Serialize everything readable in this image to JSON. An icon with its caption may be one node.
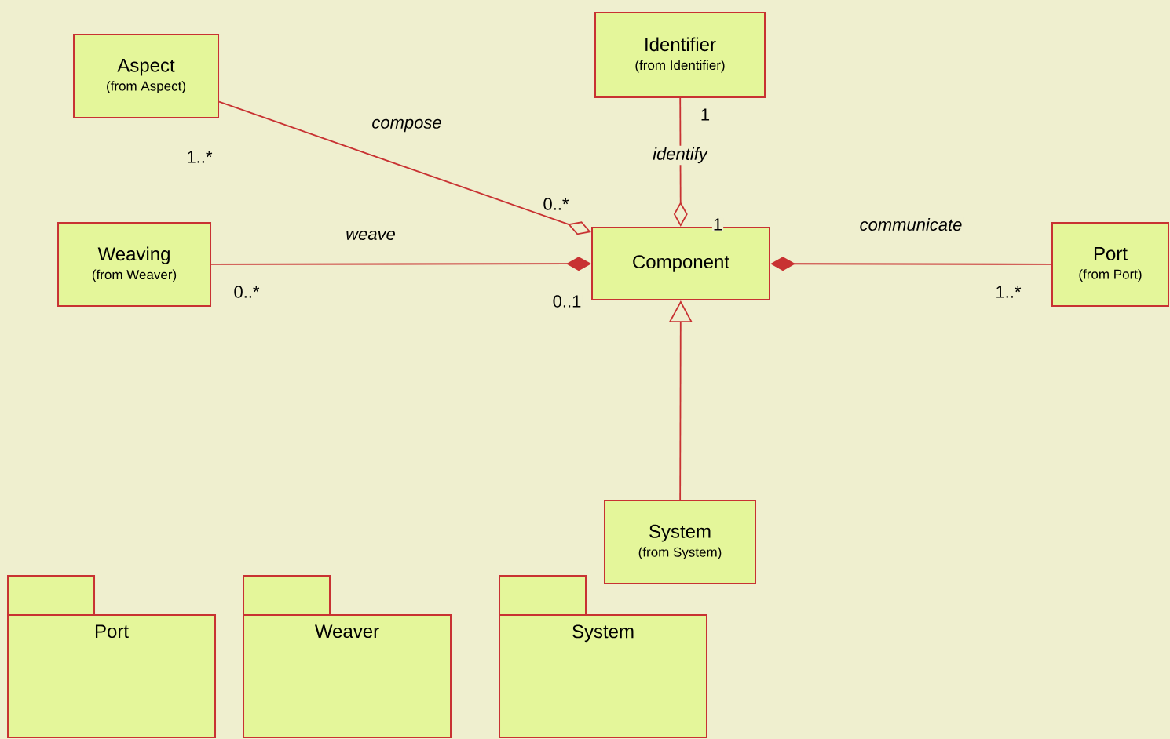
{
  "diagram": {
    "nodes": [
      {
        "text": [
          "Aspect",
          "(from Aspect)"
        ]
      },
      {
        "text": [
          "Identifier",
          "(from Identifier)"
        ]
      },
      {
        "text": [
          "Weaving",
          "(from Weaver)"
        ]
      },
      {
        "text": [
          "Component"
        ]
      },
      {
        "text": [
          "Port",
          "(from Port)"
        ]
      },
      {
        "text": [
          "System",
          "(from System)"
        ]
      },
      {
        "text": [
          "Port"
        ]
      },
      {
        "text": [
          "Weaver"
        ]
      },
      {
        "text": [
          "System"
        ]
      }
    ],
    "edges": [
      {
        "from": 0,
        "to": 3,
        "arrow": "other",
        "label": "compose"
      },
      {
        "from": 1,
        "to": 3,
        "arrow": "other",
        "label": "identify"
      },
      {
        "from": 2,
        "to": 3,
        "arrow": "other",
        "label": "weave"
      },
      {
        "from": 4,
        "to": 3,
        "arrow": "other",
        "label": "communicate"
      },
      {
        "from": 5,
        "to": 3,
        "arrow": "to"
      }
    ],
    "labels": [
      "1",
      "1..*",
      "0..*",
      "1",
      "0..*",
      "1..*",
      "0..1"
    ]
  }
}
